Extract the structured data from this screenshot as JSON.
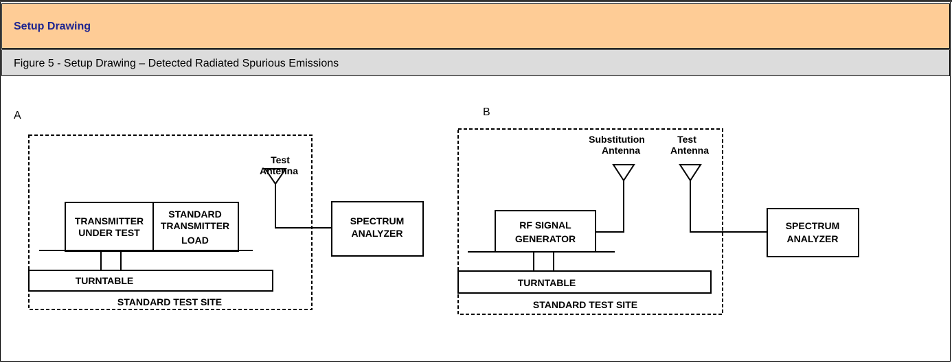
{
  "header": {
    "title": "Setup Drawing"
  },
  "caption": {
    "text": "Figure 5 - Setup Drawing – Detected Radiated Spurious Emissions"
  },
  "diagram_a": {
    "label": "A",
    "test_antenna": [
      "Test",
      "Antenna"
    ],
    "transmitter": [
      "TRANSMITTER",
      "UNDER TEST"
    ],
    "load": [
      "STANDARD",
      "TRANSMITTER",
      "LOAD"
    ],
    "analyzer": [
      "SPECTRUM",
      "ANALYZER"
    ],
    "turntable": "TURNTABLE",
    "site": "STANDARD TEST SITE"
  },
  "diagram_b": {
    "label": "B",
    "substitution_antenna": [
      "Substitution",
      "Antenna"
    ],
    "test_antenna": [
      "Test",
      "Antenna"
    ],
    "generator": [
      "RF SIGNAL",
      "GENERATOR"
    ],
    "analyzer": [
      "SPECTRUM",
      "ANALYZER"
    ],
    "turntable": "TURNTABLE",
    "site": "STANDARD TEST SITE"
  }
}
